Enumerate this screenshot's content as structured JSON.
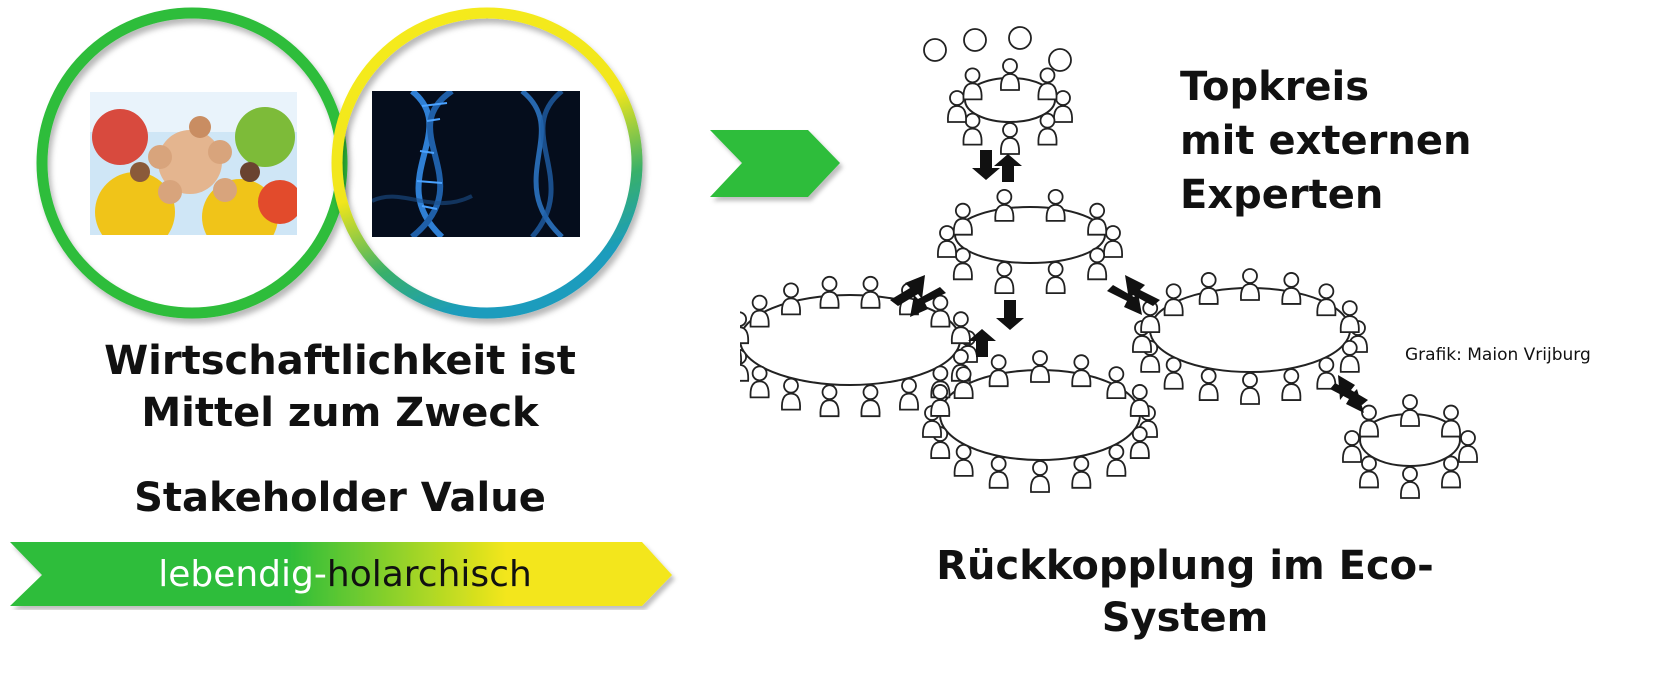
{
  "left": {
    "heading_line1": "Wirtschaftlichkeit ist",
    "heading_line2": "Mittel zum Zweck",
    "subheading": "Stakeholder Value",
    "ribbon": {
      "part1": "lebendig-",
      "part2": "holarchisch"
    }
  },
  "right": {
    "top_label_line1": "Topkreis",
    "top_label_line2": "mit externen Experten",
    "credit": "Grafik: Maion Vrijburg",
    "bottom_caption": "Rückkopplung im Eco-System"
  },
  "colors": {
    "green": "#2dbd3a",
    "yellow": "#f3e61a",
    "teal": "#1b9cbd",
    "dna_bg": "#050d1c"
  },
  "icons": [
    "people-photo",
    "dna-photo",
    "chevron-arrow-icon",
    "circle-meetings-sketch"
  ]
}
